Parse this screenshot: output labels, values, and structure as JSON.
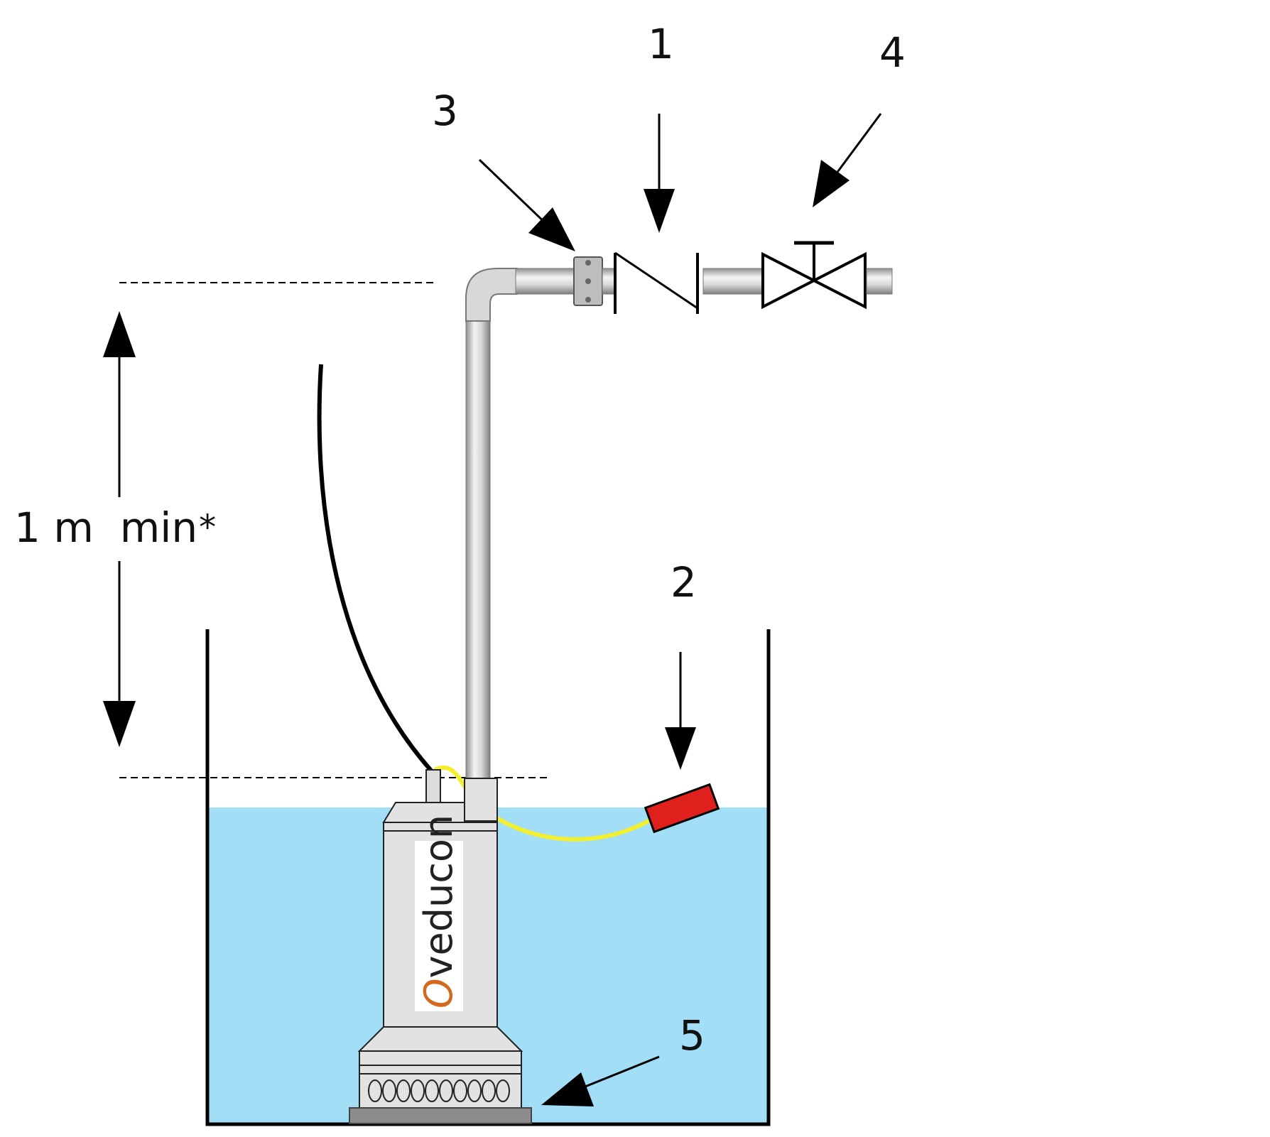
{
  "callouts": {
    "check_valve": "1",
    "float_switch": "2",
    "flange": "3",
    "gate_valve": "4",
    "pump_base": "5"
  },
  "dimension": {
    "label": "1 m  min",
    "asterisk": "*"
  },
  "pump": {
    "brand_initial": "O",
    "brand_rest": "veducon"
  },
  "colors": {
    "water": "#a3def7",
    "pipe": "#cfcfcf",
    "pump_body": "#e2e2e2",
    "float": "#e0201c",
    "float_cable": "#f2ef2e",
    "brand_initial": "#d2691e",
    "base_plate": "#8c8c8c"
  },
  "icons": {
    "check_valve": "check-valve-symbol",
    "gate_valve": "gate-valve-symbol",
    "float_switch": "float-switch"
  }
}
